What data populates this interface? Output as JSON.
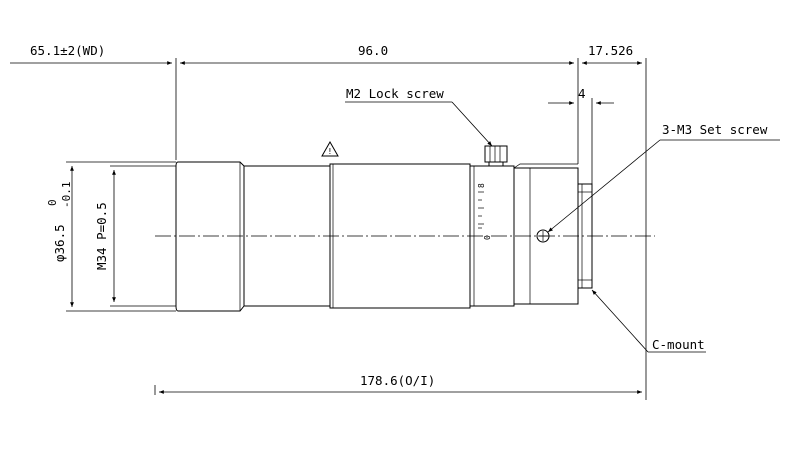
{
  "dimensions": {
    "working_distance": "65.1±2(WD)",
    "lens_length": "96.0",
    "mount_length": "17.526",
    "flange_width": "4",
    "total_length": "178.6(O/I)",
    "outer_diameter_main": "φ36.5",
    "outer_diameter_tol_upper": "0",
    "outer_diameter_tol_lower": "-0.1",
    "filter_thread": "M34 P=0.5"
  },
  "callouts": {
    "lock_screw": "M2 Lock screw",
    "set_screw": "3-M3 Set screw",
    "mount": "C-mount"
  },
  "focus_scale": {
    "top_mark": "8",
    "bottom_mark": "0"
  },
  "warning_mark": "!"
}
